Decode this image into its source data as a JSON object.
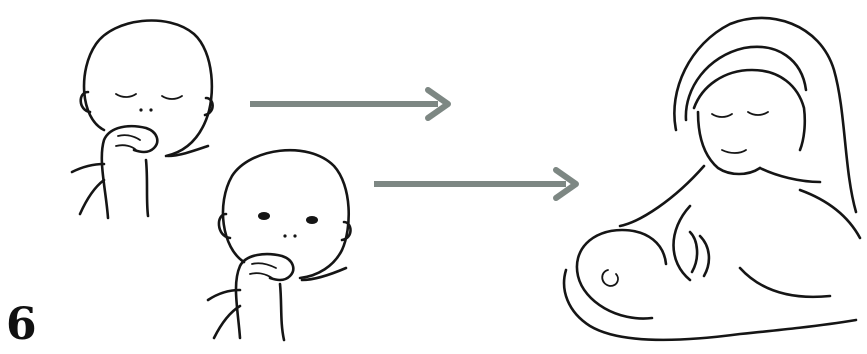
{
  "figure": {
    "step_number": "6",
    "colors": {
      "ink": "#151515",
      "arrow": "#7d8783",
      "background": "#ffffff"
    },
    "panels": [
      {
        "name": "sleepy-baby-sucking-fist",
        "eyes": "closed"
      },
      {
        "name": "awake-baby-sucking-fist",
        "eyes": "open"
      },
      {
        "name": "mother-breastfeeding-baby"
      }
    ],
    "arrows": [
      {
        "from": "sleepy-baby-sucking-fist",
        "to": "mother-breastfeeding-baby"
      },
      {
        "from": "awake-baby-sucking-fist",
        "to": "mother-breastfeeding-baby"
      }
    ]
  }
}
